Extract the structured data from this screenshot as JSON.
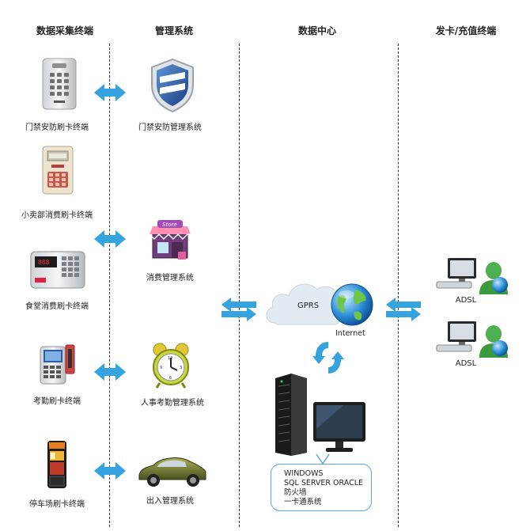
{
  "columns": {
    "collect": "数据采集终端",
    "manage": "管理系统",
    "datacenter": "数据中心",
    "issue": "发卡/充值终端"
  },
  "terminals": {
    "door": "门禁安防刷卡终端",
    "shop": "小卖部消费刷卡终端",
    "canteen": "食堂消费刷卡终端",
    "attendance": "考勤刷卡终端",
    "parking": "停车场刷卡终端"
  },
  "systems": {
    "door": "门禁安防管理系统",
    "consume": "消费管理系统",
    "hr": "人事考勤管理系统",
    "access": "出入管理系统"
  },
  "center": {
    "gprs": "GPRS",
    "internet": "Internet",
    "software": [
      "WINDOWS",
      "SQL SERVER ORACLE",
      "防火墙",
      "一卡通系统"
    ]
  },
  "issuers": {
    "adsl1": "ADSL",
    "adsl2": "ADSL"
  },
  "icons": {
    "reader": "card-reader-icon",
    "pos": "pos-terminal-icon",
    "shield": "shield-icon",
    "store": "store-icon",
    "clock": "alarm-clock-icon",
    "car": "car-icon",
    "globe": "globe-icon",
    "server": "server-icon",
    "pc": "computer-user-icon"
  },
  "colors": {
    "arrow": "#35a3df",
    "cloud": "#e3ebf2",
    "divider": "#333333"
  }
}
